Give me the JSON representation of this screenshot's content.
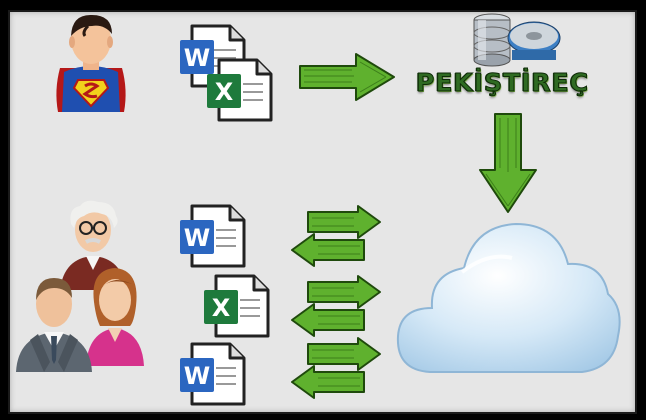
{
  "diagram": {
    "brand_text": "PEKİŞTİREÇ",
    "document_glyphs": {
      "word": "W",
      "excel": "X"
    },
    "colors": {
      "word_blue": "#2b66c0",
      "excel_green": "#1e7a3c",
      "arrow_green": "#5fb12e",
      "arrow_dark": "#2e6a12",
      "cloud_blue": "#b9d8ef",
      "background": "#e6e6e6"
    },
    "icons": [
      "superhero-user-icon",
      "word-document-icon",
      "excel-document-icon",
      "right-arrow-icon",
      "database-server-icon",
      "down-arrow-icon",
      "scientist-user-icon",
      "businessman-user-icon",
      "businesswoman-user-icon",
      "bidirectional-arrows-icon",
      "cloud-icon"
    ]
  }
}
